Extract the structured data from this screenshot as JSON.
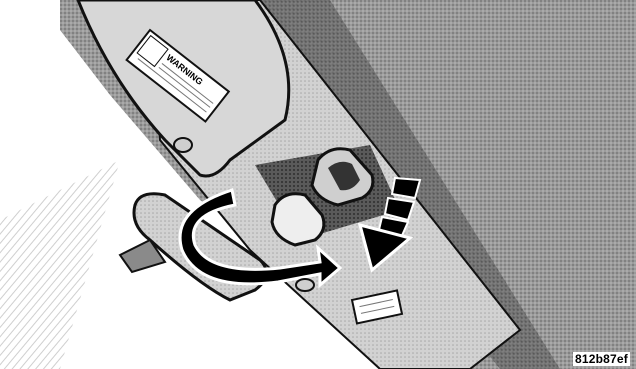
{
  "illustration": {
    "subject": "overhead-console-sun-visor-with-rotating-knob-arrows",
    "warning_label_text": "WARNING"
  },
  "figure_code": "812b87ef",
  "colors": {
    "headliner": "#8f8f8f",
    "visor": "#c9c9c9",
    "console": "#a9a9a9",
    "arrow_fill": "#000000",
    "arrow_stroke": "#ffffff"
  }
}
